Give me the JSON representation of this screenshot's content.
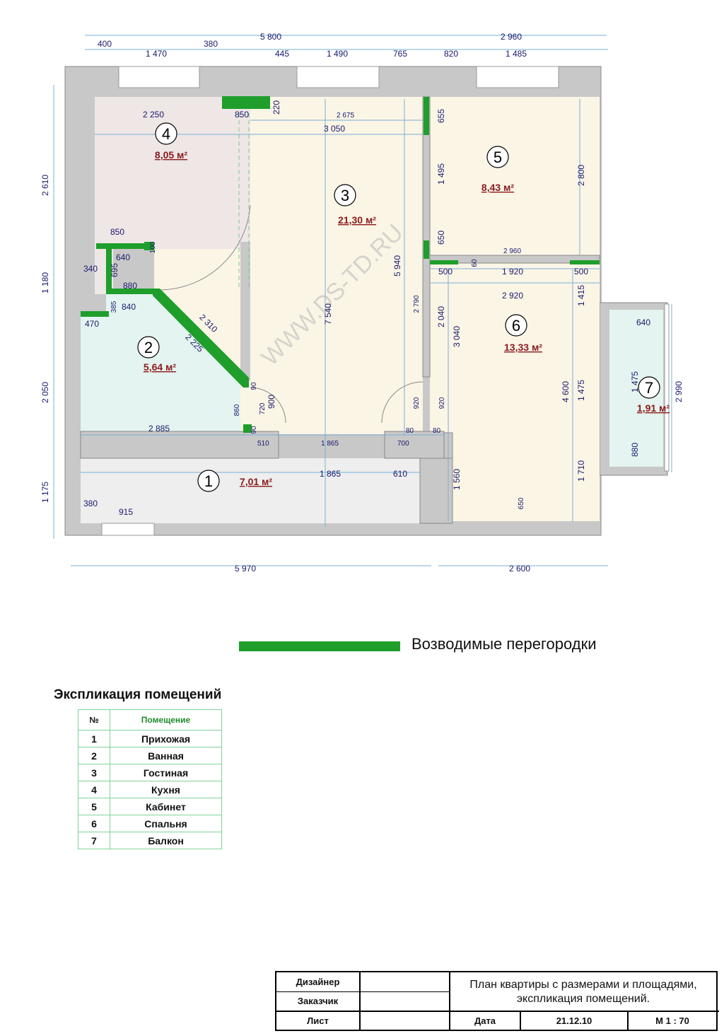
{
  "plan": {
    "watermark": "WWW.DS-TD.RU",
    "rooms": [
      {
        "num": "1",
        "area": "7,01 м²"
      },
      {
        "num": "2",
        "area": "5,64 м²"
      },
      {
        "num": "3",
        "area": "21,30 м²"
      },
      {
        "num": "4",
        "area": "8,05 м²"
      },
      {
        "num": "5",
        "area": "8,43 м²"
      },
      {
        "num": "6",
        "area": "13,33 м²"
      },
      {
        "num": "7",
        "area": "1,91 м²"
      }
    ],
    "dims_top": [
      "5 800",
      "2 960",
      "400",
      "1 470",
      "380",
      "445",
      "1 490",
      "765",
      "820",
      "1 485"
    ],
    "dims_bottom": [
      "5 970",
      "2 600"
    ],
    "dims_left": [
      "2 610",
      "1 180",
      "2 050",
      "1 175"
    ],
    "dims_inner_h": [
      "2 250",
      "850",
      "220",
      "2 675",
      "3 050",
      "850",
      "640",
      "100",
      "340",
      "880",
      "840",
      "470",
      "2 885",
      "510",
      "1 865",
      "700",
      "80",
      "80",
      "1 865",
      "610",
      "380",
      "915",
      "2 960",
      "500",
      "60",
      "1 920",
      "500",
      "2 920",
      "640",
      "90",
      "90"
    ],
    "dims_inner_v": [
      "695",
      "385",
      "2 310",
      "2 225",
      "860",
      "720",
      "900",
      "7 540",
      "5 940",
      "2 790",
      "2 040",
      "920",
      "920",
      "655",
      "1 495",
      "650",
      "2 800",
      "3 040",
      "1 415",
      "4 600",
      "1 475",
      "1 560",
      "1 710",
      "650",
      "1 475",
      "880",
      "2 990"
    ]
  },
  "legend": {
    "label": "Возводимые перегородки",
    "color": "#1f9e2b"
  },
  "explication": {
    "title": "Экспликация помещений",
    "header_no": "№",
    "header_room": "Помещение",
    "rows": [
      {
        "no": "1",
        "name": "Прихожая"
      },
      {
        "no": "2",
        "name": "Ванная"
      },
      {
        "no": "3",
        "name": "Гостиная"
      },
      {
        "no": "4",
        "name": "Кухня"
      },
      {
        "no": "5",
        "name": "Кабинет"
      },
      {
        "no": "6",
        "name": "Спальня"
      },
      {
        "no": "7",
        "name": "Балкон"
      }
    ]
  },
  "stamp": {
    "designer_label": "Дизайнер",
    "customer_label": "Заказчик",
    "sheet_label": "Лист",
    "title": "План квартиры с размерами и площадями, экспликация помещений.",
    "date_label": "Дата",
    "date_value": "21.12.10",
    "scale": "М 1 : 70"
  }
}
